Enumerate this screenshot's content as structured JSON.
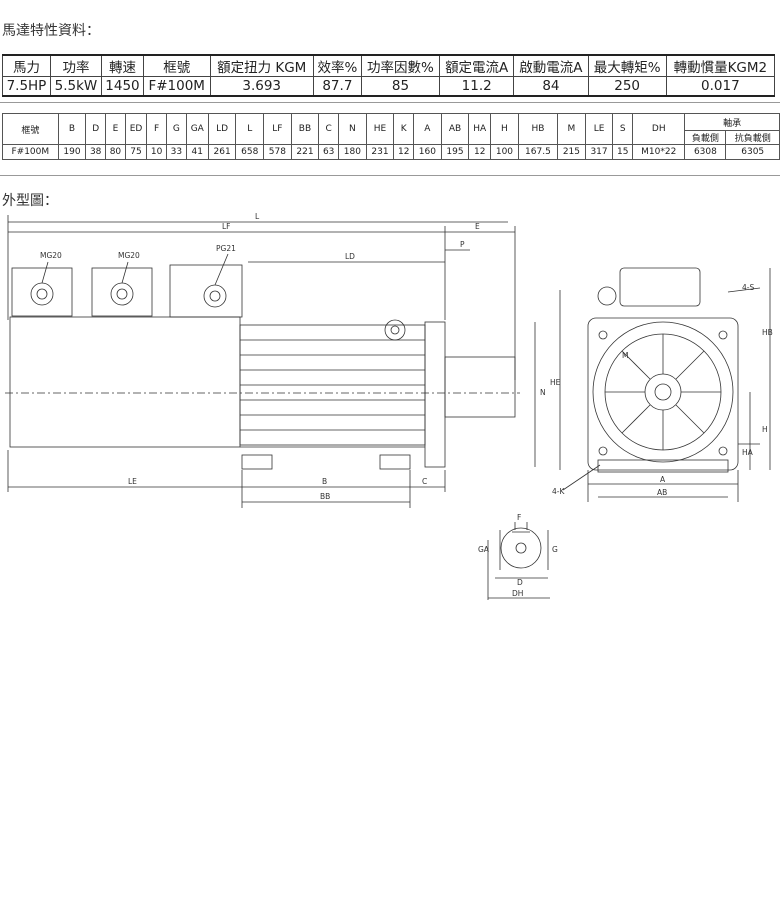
{
  "sections": {
    "spec_title": "馬達特性資料：",
    "drawing_title": "外型圖："
  },
  "spec": {
    "headers": [
      "馬力",
      "功率",
      "轉速",
      "框號",
      "額定扭力 KGM",
      "效率%",
      "功率因數%",
      "額定電流A",
      "啟動電流A",
      "最大轉矩%",
      "轉動慣量KGM2"
    ],
    "values": [
      "7.5HP",
      "5.5kW",
      "1450",
      "F#100M",
      "3.693",
      "87.7",
      "85",
      "11.2",
      "84",
      "250",
      "0.017"
    ]
  },
  "dims": {
    "frame_header": "框號",
    "headers": [
      "B",
      "D",
      "E",
      "ED",
      "F",
      "G",
      "GA",
      "LD",
      "L",
      "LF",
      "BB",
      "C",
      "N",
      "HE",
      "K",
      "A",
      "AB",
      "HA",
      "H",
      "HB",
      "M",
      "LE",
      "S",
      "DH"
    ],
    "bearing_header": "軸承",
    "bearing_sub": [
      "負載側",
      "抗負載側"
    ],
    "frame_value": "F#100M",
    "values": [
      "190",
      "38",
      "80",
      "75",
      "10",
      "33",
      "41",
      "261",
      "658",
      "578",
      "221",
      "63",
      "180",
      "231",
      "12",
      "160",
      "195",
      "12",
      "100",
      "167.5",
      "215",
      "317",
      "15",
      "M10*22"
    ],
    "bearing_values": [
      "6308",
      "6305"
    ]
  },
  "drawing": {
    "labels": {
      "L": "L",
      "LF": "LF",
      "E": "E",
      "P": "P",
      "LD": "LD",
      "MG20a": "MG20",
      "MG20b": "MG20",
      "PG21": "PG21",
      "N": "N",
      "LE": "LE",
      "B": "B",
      "C": "C",
      "BB": "BB",
      "S": "4-S",
      "K": "4-K",
      "HB": "HB",
      "HE": "HE",
      "H": "H",
      "HA": "HA",
      "M": "M",
      "A": "A",
      "AB": "AB",
      "F": "F",
      "GA": "GA",
      "G": "G",
      "D": "D",
      "DH": "DH"
    }
  }
}
